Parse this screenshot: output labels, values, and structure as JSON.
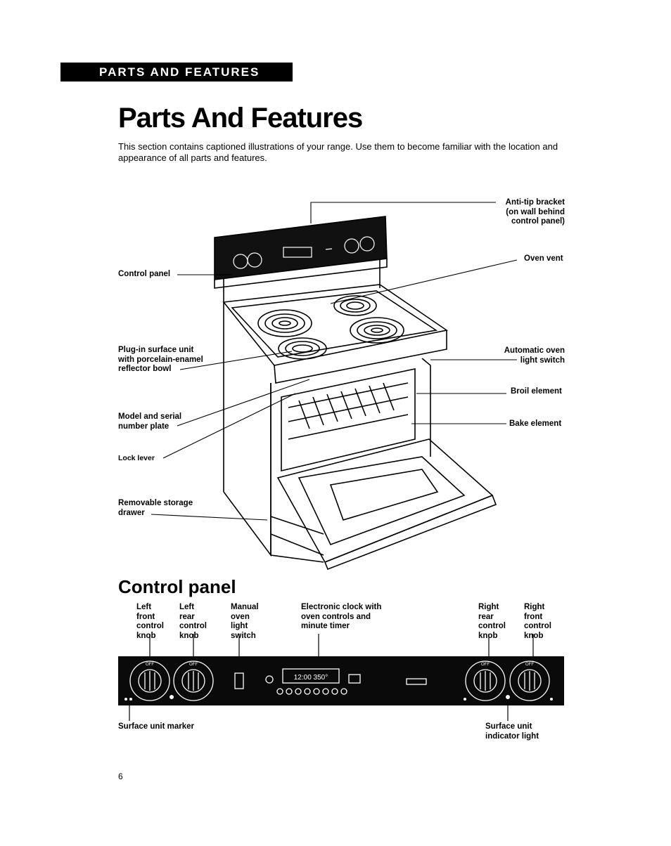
{
  "banner": "PARTS AND FEATURES",
  "title": "Parts And Features",
  "intro": "This section contains captioned illustrations of your range. Use them to become familiar with the location and appearance of all parts and features.",
  "range_labels": {
    "anti_tip_1": "Anti-tip bracket",
    "anti_tip_2": "(on wall behind",
    "anti_tip_3": "control panel)",
    "oven_vent": "Oven vent",
    "auto_light_1": "Automatic oven",
    "auto_light_2": "light switch",
    "broil": "Broil element",
    "bake": "Bake element",
    "control_panel": "Control panel",
    "plugin_1": "Plug-in surface unit",
    "plugin_2": "with porcelain-enamel",
    "plugin_3": "reflector bowl",
    "model_1": "Model and serial",
    "model_2": "number plate",
    "lock_lever": "Lock lever",
    "drawer_1": "Removable storage",
    "drawer_2": "drawer"
  },
  "control_panel": {
    "heading": "Control panel",
    "left_front": [
      "Left",
      "front",
      "control",
      "knob"
    ],
    "left_rear": [
      "Left",
      "rear",
      "control",
      "knob"
    ],
    "manual_light": [
      "Manual",
      "oven",
      "light",
      "switch"
    ],
    "clock": [
      "Electronic clock with",
      "oven controls and",
      "minute timer"
    ],
    "right_rear": [
      "Right",
      "rear",
      "control",
      "knob"
    ],
    "right_front": [
      "Right",
      "front",
      "control",
      "knob"
    ],
    "surface_marker": "Surface unit marker",
    "indicator_1": "Surface unit",
    "indicator_2": "indicator light",
    "display": "12:00 350°",
    "knob_off": "OFF"
  },
  "page_number": "6"
}
